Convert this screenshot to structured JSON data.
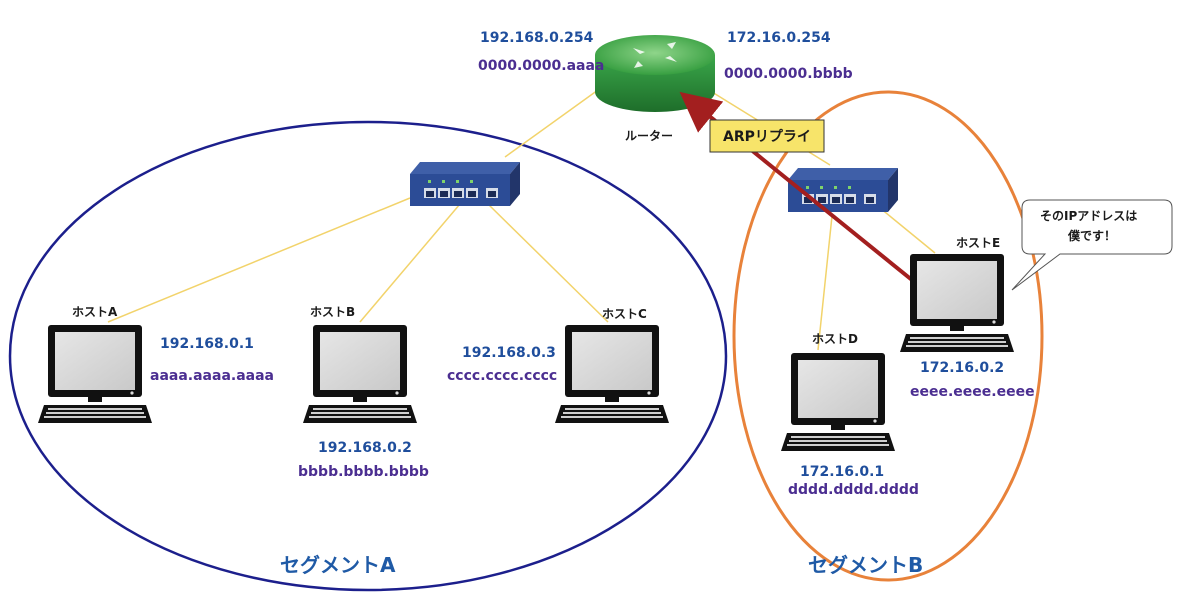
{
  "colors": {
    "ip": "#1f4e9c",
    "mac": "#4b2e91",
    "segment_a_border": "#1c1f8c",
    "segment_b_border": "#e8823a",
    "cable": "#f2d36b",
    "arrow": "#a31f1f",
    "callout_fill": "#f7e46a",
    "segment_label": "#1f5aa6"
  },
  "router": {
    "label": "ルーター",
    "left_ip": "192.168.0.254",
    "left_mac": "0000.0000.aaaa",
    "right_ip": "172.16.0.254",
    "right_mac": "0000.0000.bbbb",
    "icon": "router-icon"
  },
  "arp_label": "ARPリプライ",
  "speech_bubble": {
    "line1": "そのIPアドレスは",
    "line2": "僕です！"
  },
  "hosts": {
    "a": {
      "name": "ホストA",
      "ip": "192.168.0.1",
      "mac": "aaaa.aaaa.aaaa"
    },
    "b": {
      "name": "ホストB",
      "ip": "192.168.0.2",
      "mac": "bbbb.bbbb.bbbb"
    },
    "c": {
      "name": "ホストC",
      "ip": "192.168.0.3",
      "mac": "cccc.cccc.cccc"
    },
    "d": {
      "name": "ホストD",
      "ip": "172.16.0.1",
      "mac": "dddd.dddd.dddd"
    },
    "e": {
      "name": "ホストE",
      "ip": "172.16.0.2",
      "mac": "eeee.eeee.eeee"
    }
  },
  "segments": {
    "a": "セグメントA",
    "b": "セグメントB"
  }
}
